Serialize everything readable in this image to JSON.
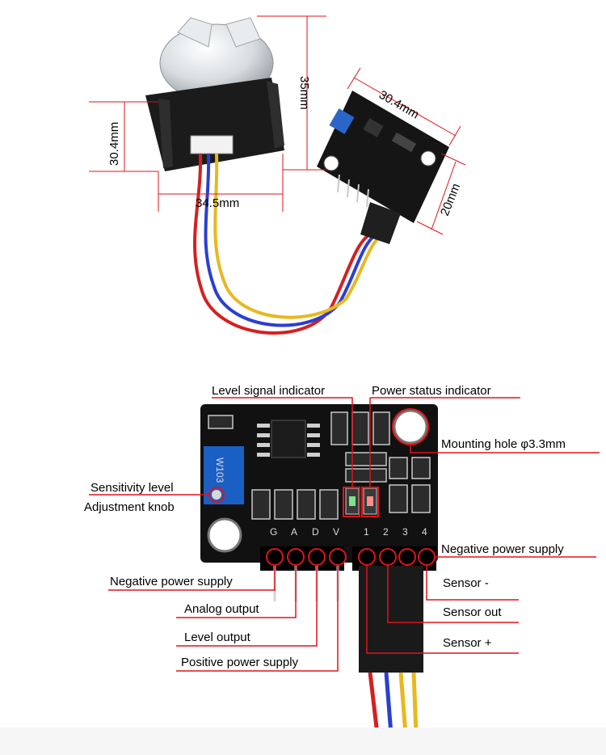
{
  "dimensions": {
    "height_sensor": "35mm",
    "width_sensor": "30.4mm",
    "depth_sensor": "34.5mm",
    "module_width": "30.4mm",
    "module_height": "20mm"
  },
  "labels": {
    "level_signal": "Level signal indicator",
    "power_status": "Power status indicator",
    "mounting_hole": "Mounting hole φ3.3mm",
    "sensitivity_1": "Sensitivity level",
    "sensitivity_2": "Adjustment knob",
    "negative_supply_right": "Negative power supply",
    "negative_supply_left": "Negative power supply",
    "analog_output": "Analog output",
    "level_output": "Level output",
    "positive_supply": "Positive power supply",
    "sensor_minus": "Sensor -",
    "sensor_out": "Sensor out",
    "sensor_plus": "Sensor +"
  },
  "silkscreen": {
    "pins_left": [
      "G",
      "A",
      "D",
      "V"
    ],
    "pins_right": [
      "1",
      "2",
      "3",
      "4"
    ],
    "pot_text": "W103"
  },
  "colors": {
    "annotation_red": "#e0131a",
    "pcb": "#111111",
    "pot_blue": "#1a5fc4",
    "wire_red": "#d42020",
    "wire_blue": "#2a3fd0",
    "wire_yellow": "#e8b820"
  }
}
